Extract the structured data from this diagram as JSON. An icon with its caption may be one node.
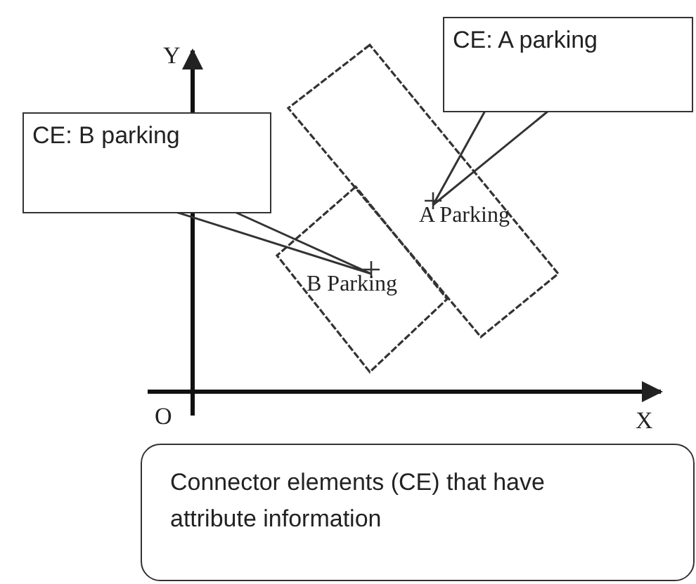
{
  "diagram": {
    "nodes": [
      {
        "text": [
          "CE: A parking"
        ]
      },
      {
        "text": [
          "CE: B parking"
        ]
      },
      {
        "text": [
          "A Parking"
        ]
      },
      {
        "text": [
          "B Parking"
        ]
      },
      {
        "text": [
          "Connector elements (CE) that have attribute information"
        ]
      }
    ],
    "edges": [
      {
        "from": 0,
        "to": 2,
        "arrow": "none"
      },
      {
        "from": 1,
        "to": 3,
        "arrow": "none"
      }
    ],
    "labels": [
      "Y",
      "O",
      "X"
    ]
  }
}
